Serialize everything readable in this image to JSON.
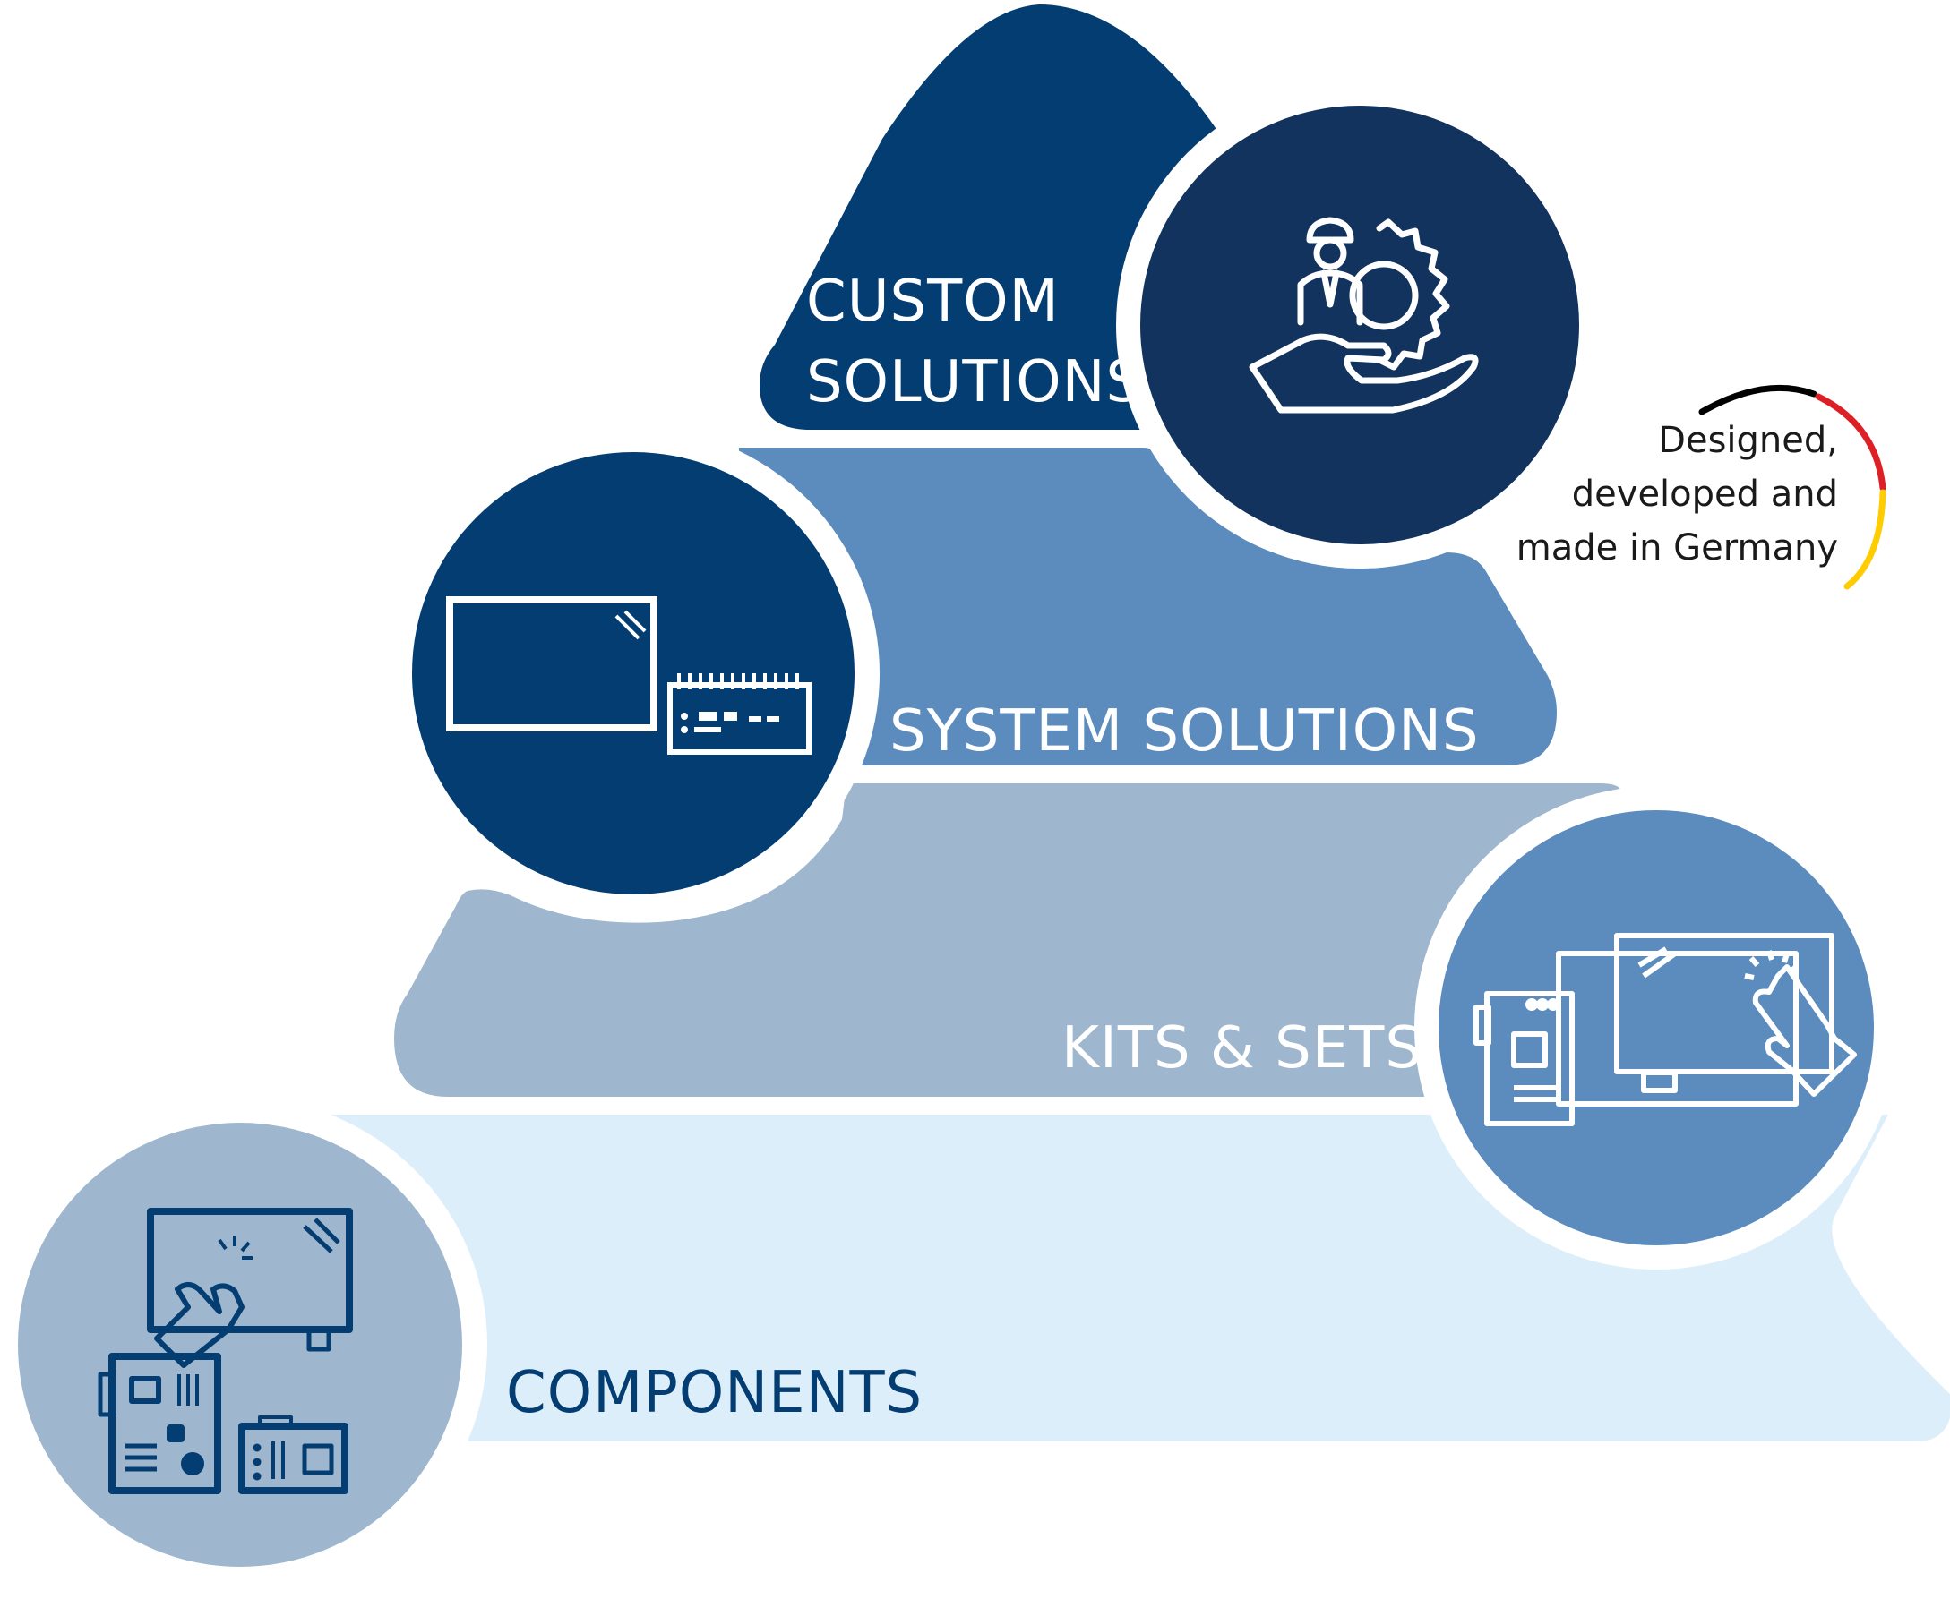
{
  "tiers": {
    "custom": {
      "line1": "CUSTOM",
      "line2": "SOLUTIONS"
    },
    "system": {
      "label": "SYSTEM SOLUTIONS"
    },
    "kits": {
      "label": "KITS & SETS"
    },
    "components": {
      "label": "COMPONENTS"
    }
  },
  "badge": {
    "line1": "Designed,",
    "line2": "developed and",
    "line3": "made in Germany",
    "flag_colors": [
      "#000000",
      "#dd1f26",
      "#ffcc00"
    ]
  },
  "colors": {
    "custom_band": "#043d72",
    "custom_circle": "#11335e",
    "system_band": "#5b8cbd",
    "system_circle": "#043d72",
    "kits_band": "#9eb6ce",
    "kits_circle": "#5b8cbd",
    "components_band": "#ddeefb",
    "components_circle": "#9eb6ce",
    "icon_dark": "#043d72",
    "white": "#ffffff"
  },
  "icons": {
    "custom": "engineer-gear-hand-icon",
    "system": "panel-display-and-box-pc-icon",
    "kits": "board-display-touch-kit-icon",
    "components": "display-board-components-icon"
  }
}
